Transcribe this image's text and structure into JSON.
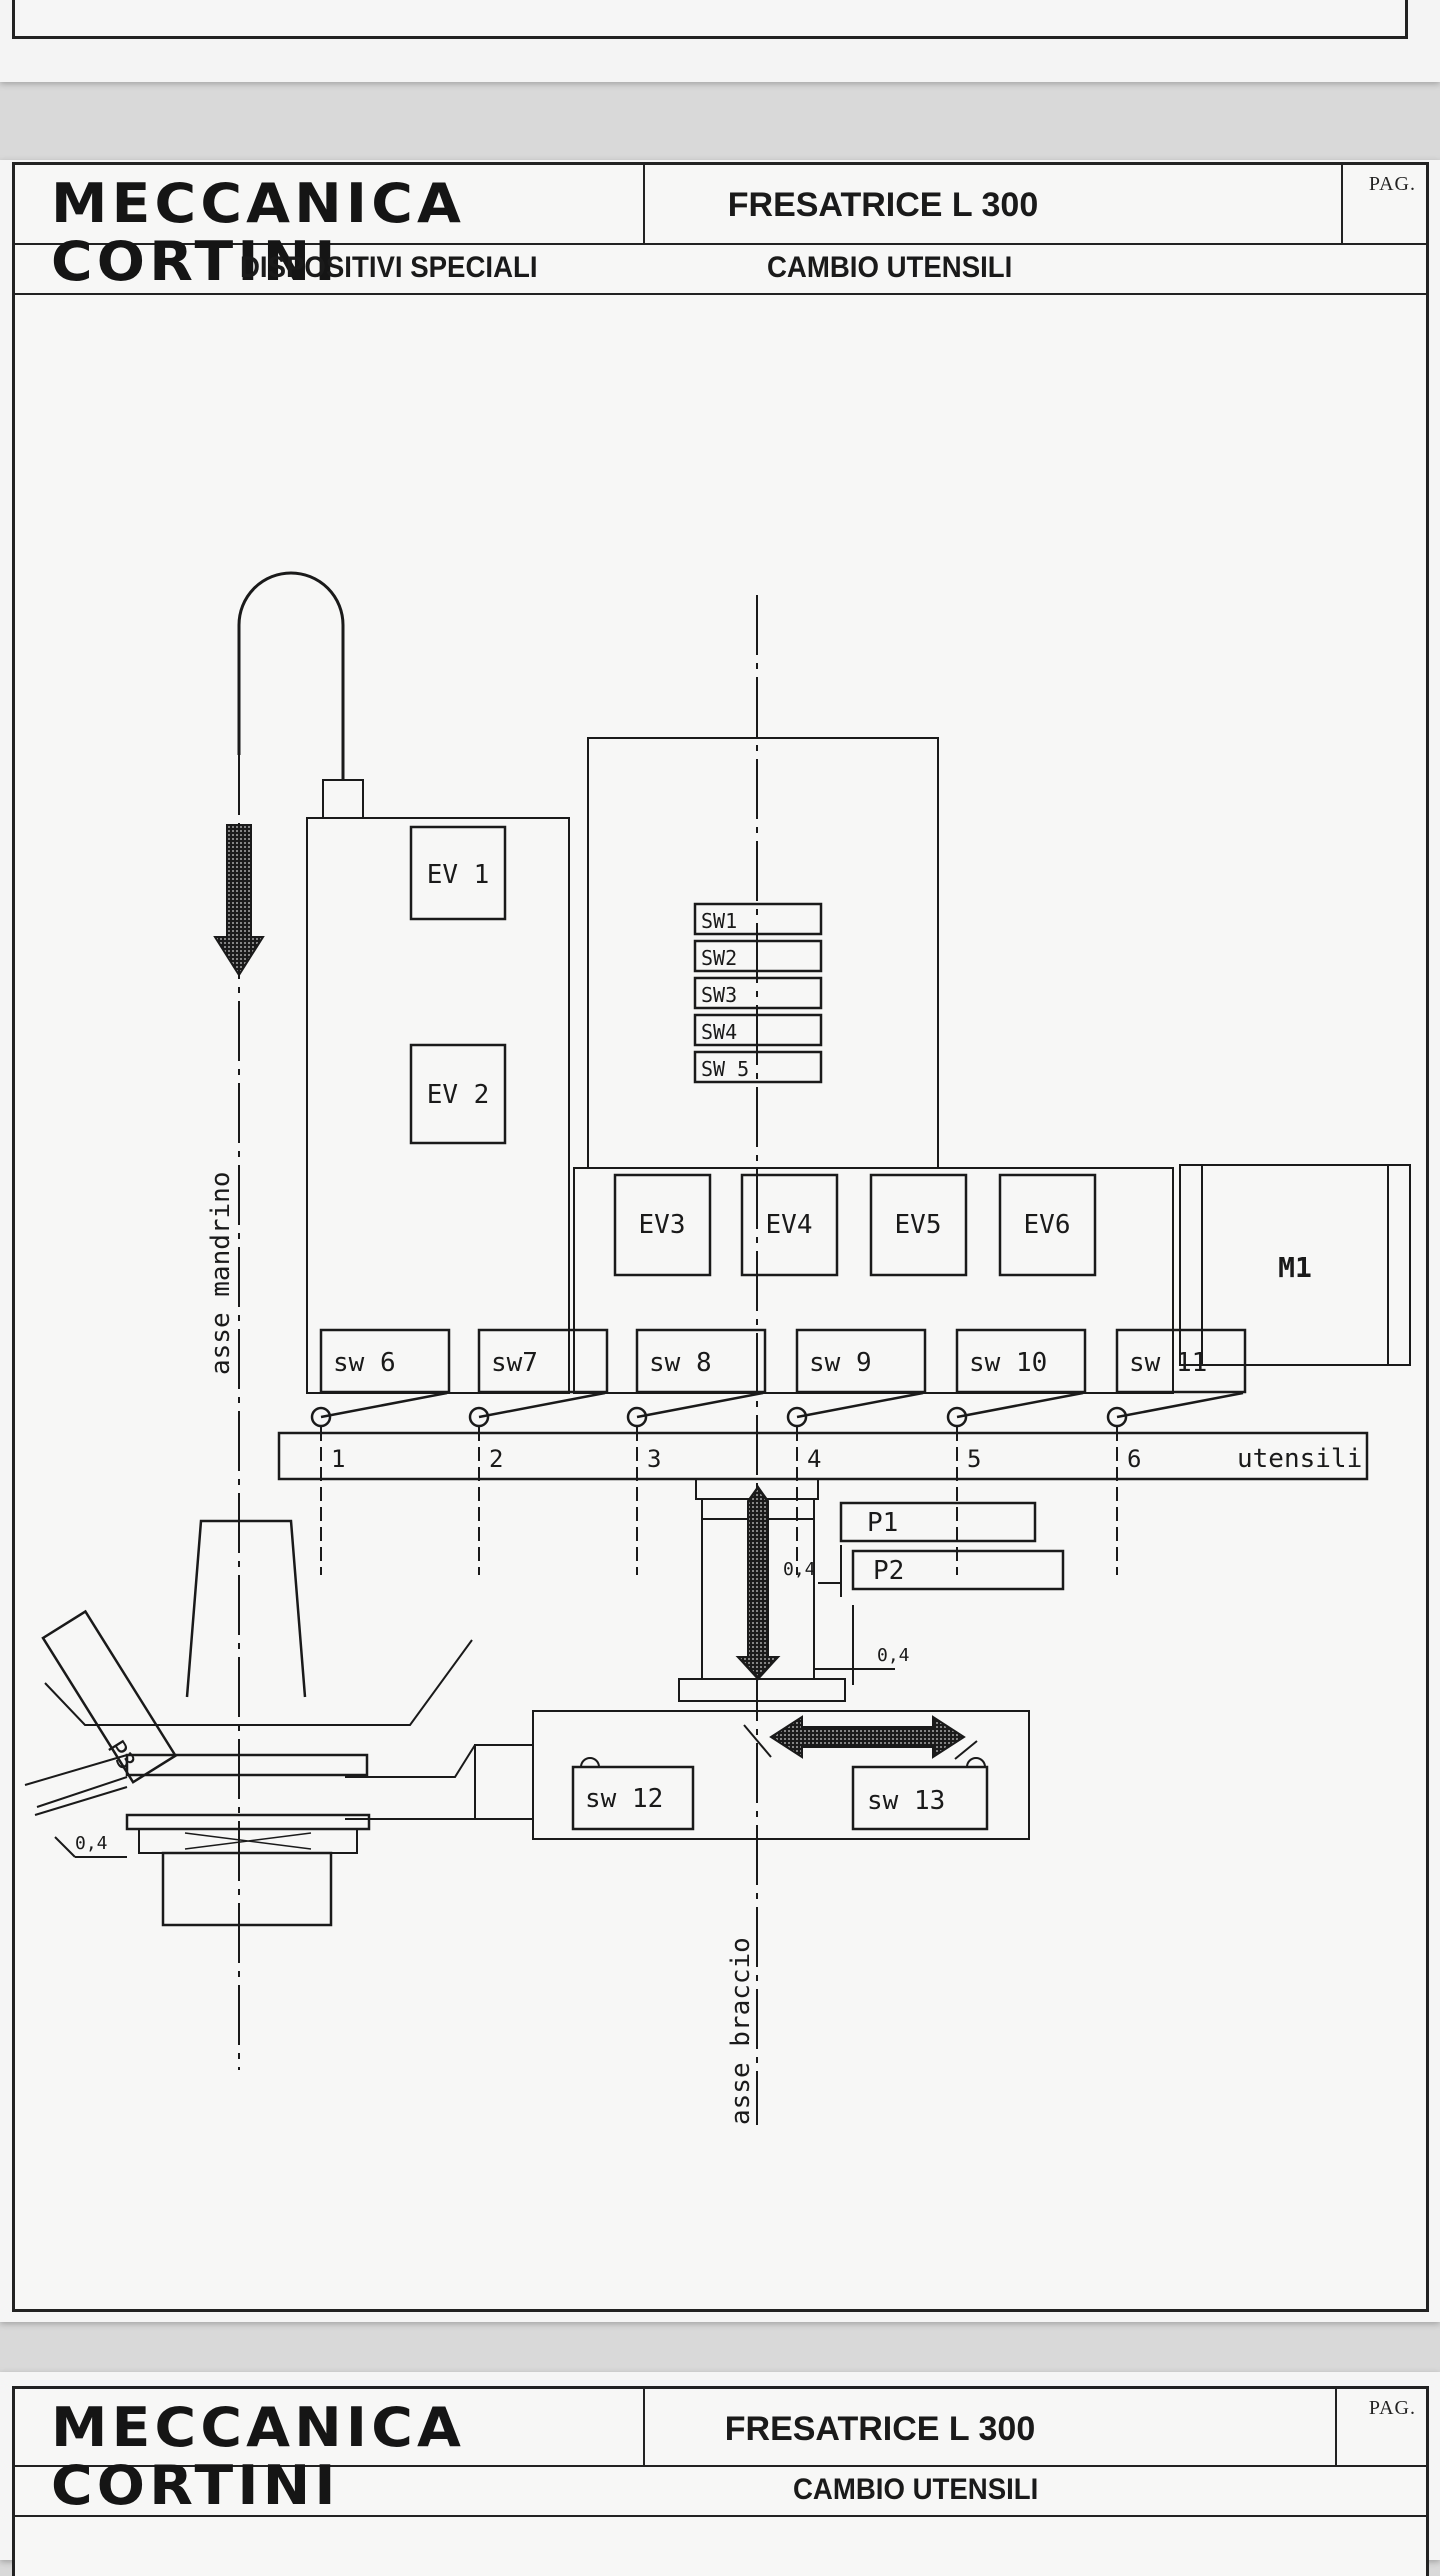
{
  "header": {
    "logo_text": "MECCANICA CORTINI",
    "machine": "FRESATRICE L 300",
    "page_label": "PAG.",
    "section_left": "DISPOSITIVI SPECIALI",
    "section_right": "CAMBIO UTENSILI"
  },
  "drawing": {
    "solenoid_valves": [
      "EV 1",
      "EV 2",
      "EV3",
      "EV4",
      "EV5",
      "EV6"
    ],
    "upper_switches": [
      "SW1",
      "SW2",
      "SW3",
      "SW4",
      "SW 5"
    ],
    "lower_switches": [
      "sw 6",
      "sw7",
      "sw 8",
      "sw 9",
      "sw 10",
      "sw 11"
    ],
    "carriage_switches": [
      "sw 12",
      "sw 13"
    ],
    "motor": "M1",
    "positions": [
      "1",
      "2",
      "3",
      "4",
      "5",
      "6"
    ],
    "utensili_label": "utensili",
    "sensors": [
      "P1",
      "P2",
      "P3"
    ],
    "gap_labels": [
      "0,4",
      "0,4",
      "0,4"
    ],
    "axis_spindle": "asse mandrino",
    "axis_arm": "asse braccio"
  },
  "bottom_header": {
    "logo_text": "MECCANICA CORTINI",
    "machine": "FRESATRICE L 300",
    "page_label": "PAG.",
    "section_right": "CAMBIO UTENSILI"
  }
}
